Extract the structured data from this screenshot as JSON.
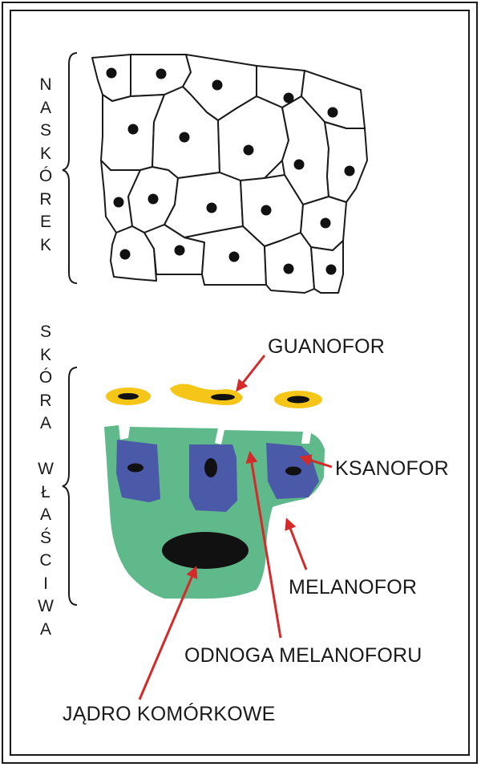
{
  "side_labels": {
    "epidermis": "NASKÓREK",
    "dermis": [
      "SKÓRA",
      "WŁAŚCIWA"
    ]
  },
  "labels": {
    "guanofor": "GUANOFOR",
    "ksanofor": "KSANOFOR",
    "melanofor": "MELANOFOR",
    "odnoga": "ODNOGA MELANOFORU",
    "jadro": "JĄDRO KOMÓRKOWE"
  },
  "colors": {
    "guanophore": "#f5c518",
    "xanthophore": "#4a5aa8",
    "melanophore": "#5fb98a",
    "nucleus": "#111111",
    "arrow": "#d42a2a",
    "outline": "#1a1a1a"
  }
}
